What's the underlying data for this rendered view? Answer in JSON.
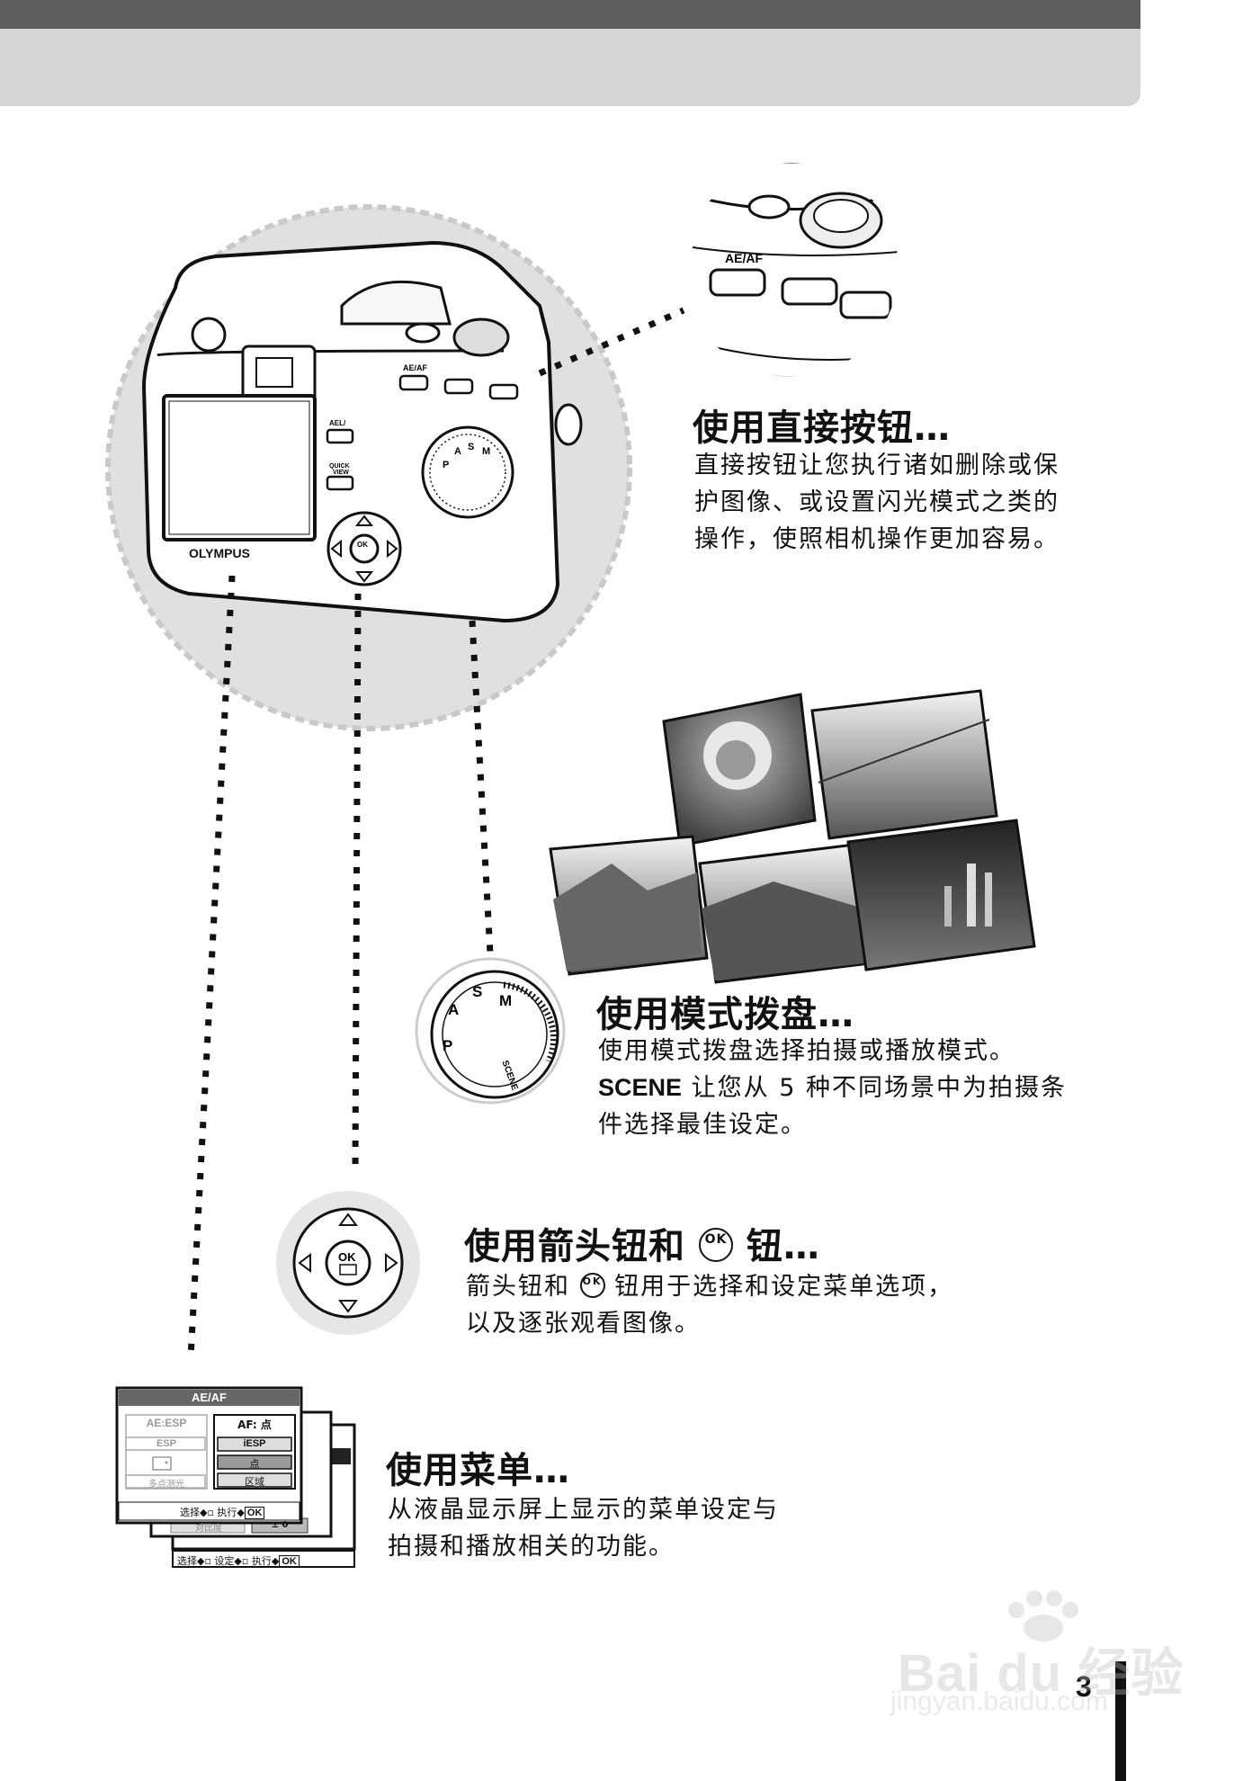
{
  "sections": [
    {
      "heading": "使用直接按钮…",
      "lines": [
        "直接按钮让您执行诸如删除或保",
        "护图像、或设置闪光模式之类的",
        "操作，使照相机操作更加容易。"
      ]
    },
    {
      "heading": "使用模式拨盘…",
      "lines": [
        "使用模式拨盘选择拍摄或播放模式。",
        "让您从 5 种不同场景中为拍摄条",
        "件选择最佳设定。"
      ],
      "scene_label": "SCENE"
    },
    {
      "heading_prefix": "使用箭头钮和",
      "heading_suffix": "钮…",
      "lines_prefix": "箭头钮和",
      "lines_suffix": "钮用于选择和设定菜单选项，",
      "line2": "以及逐张观看图像。"
    },
    {
      "heading": "使用菜单…",
      "lines": [
        "从液晶显示屏上显示的菜单设定与",
        "拍摄和播放相关的功能。"
      ]
    }
  ],
  "ok_glyph": "OK",
  "camera": {
    "brand": "OLYMPUS",
    "ael_label": "AEL/",
    "quick_view_label": "QUICK VIEW",
    "aeaf_label": "AE/AF"
  },
  "dial": {
    "labels": [
      "A",
      "S",
      "M",
      "P",
      "SCENE"
    ]
  },
  "menu_screen": {
    "title": "AE/AF",
    "left_header": "AE:ESP",
    "left_items": [
      "ESP",
      "•",
      "多点测光"
    ],
    "right_header": "AF: 点",
    "right_items": [
      "iESP",
      "点",
      "区域"
    ],
    "footer_select": "选择",
    "footer_exec": "执行",
    "footer_ok": "OK",
    "back_row_label": "对比度",
    "back_row_value": "± 0",
    "back_footer_set": "设定",
    "back_footer_select": "选择",
    "back_footer_exec": "执行",
    "back_footer_ok": "OK"
  },
  "page_number": "3",
  "watermark": {
    "text": "Bai du 经验",
    "url": "jingyan.baidu.com"
  }
}
